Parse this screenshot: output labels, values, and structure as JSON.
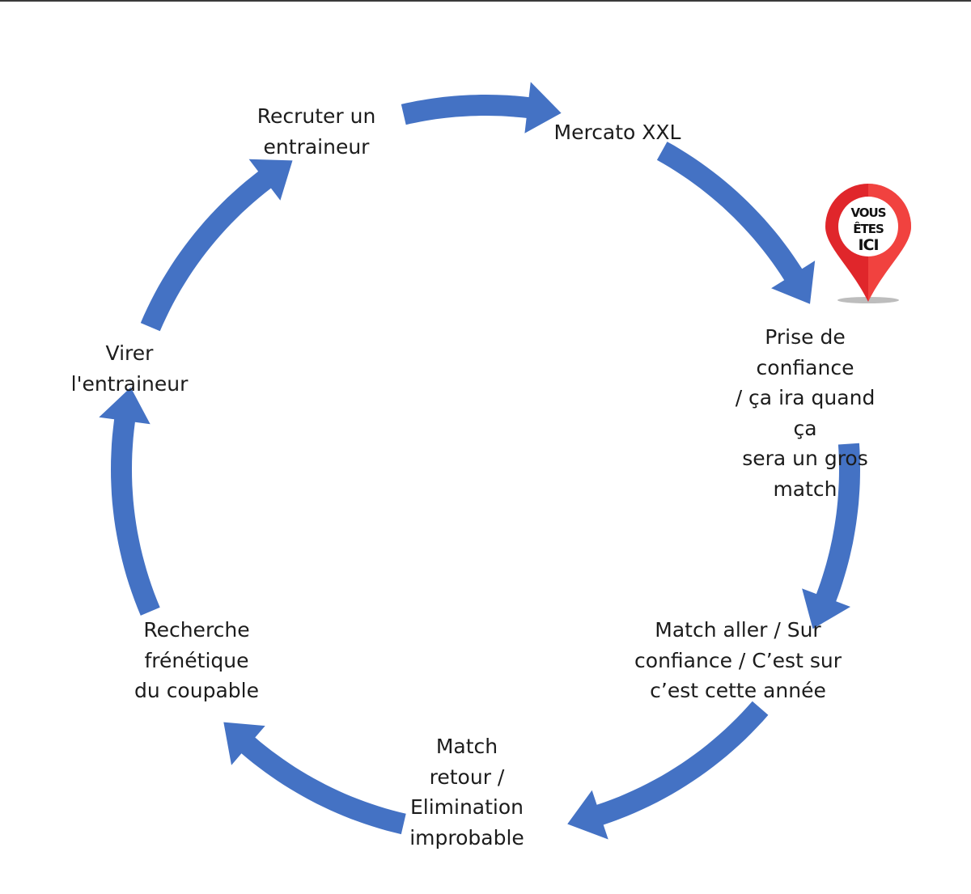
{
  "diagram": {
    "colors": {
      "arrow": "#4472C4",
      "pin": "#E0262B",
      "pin_highlight": "#FF5A50",
      "pin_inner": "#FFFFFF",
      "text": "#1C1C1C"
    },
    "nodes": [
      {
        "id": "recruter",
        "label": "Recruter un\nentraineur"
      },
      {
        "id": "mercato",
        "label": "Mercato XXL"
      },
      {
        "id": "prise",
        "label": "Prise de confiance\n/ ça ira quand ça\nsera un gros match"
      },
      {
        "id": "aller",
        "label": "Match aller / Sur\nconfiance / C’est sur\nc’est cette année"
      },
      {
        "id": "retour",
        "label": "Match\nretour /\nElimination\nimprobable"
      },
      {
        "id": "recherche",
        "label": "Recherche\nfrénétique\ndu coupable"
      },
      {
        "id": "virer",
        "label": "Virer\nl'entraineur"
      }
    ],
    "edges": [
      {
        "from": "recruter",
        "to": "mercato"
      },
      {
        "from": "mercato",
        "to": "prise"
      },
      {
        "from": "prise",
        "to": "aller"
      },
      {
        "from": "aller",
        "to": "retour"
      },
      {
        "from": "retour",
        "to": "recherche"
      },
      {
        "from": "recherche",
        "to": "virer"
      },
      {
        "from": "virer",
        "to": "recruter"
      }
    ],
    "marker": {
      "icon": "map-pin-icon",
      "line1": "VOUS",
      "line2": "ÊTES",
      "line3": "ICI",
      "at_node": "prise"
    }
  }
}
